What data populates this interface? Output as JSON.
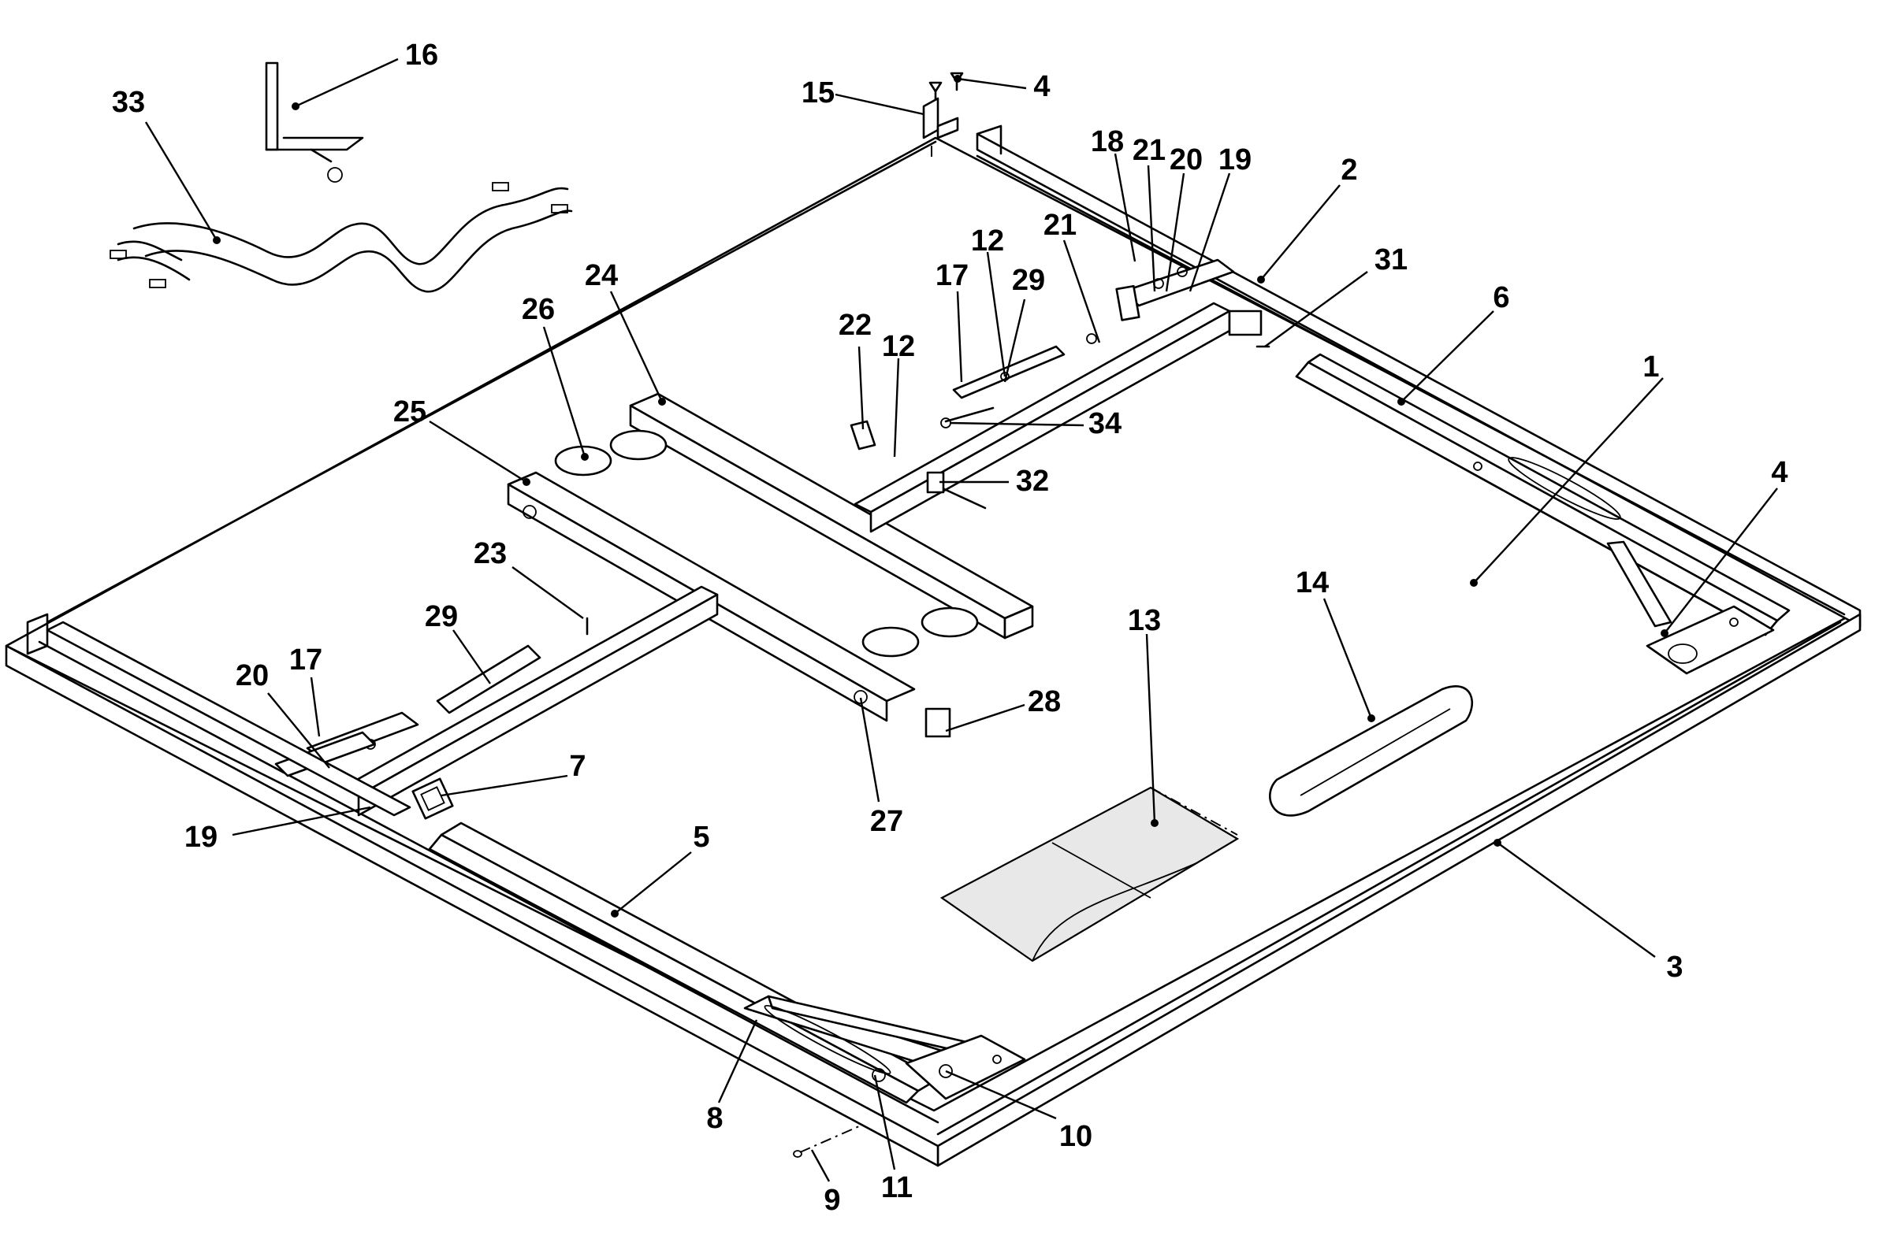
{
  "callouts": [
    {
      "id": "c1",
      "label": "1"
    },
    {
      "id": "c2",
      "label": "2"
    },
    {
      "id": "c3",
      "label": "3"
    },
    {
      "id": "c4a",
      "label": "4"
    },
    {
      "id": "c4b",
      "label": "4"
    },
    {
      "id": "c5",
      "label": "5"
    },
    {
      "id": "c6",
      "label": "6"
    },
    {
      "id": "c7",
      "label": "7"
    },
    {
      "id": "c8",
      "label": "8"
    },
    {
      "id": "c9",
      "label": "9"
    },
    {
      "id": "c10",
      "label": "10"
    },
    {
      "id": "c11",
      "label": "11"
    },
    {
      "id": "c12a",
      "label": "12"
    },
    {
      "id": "c12b",
      "label": "12"
    },
    {
      "id": "c13",
      "label": "13"
    },
    {
      "id": "c14",
      "label": "14"
    },
    {
      "id": "c15",
      "label": "15"
    },
    {
      "id": "c16",
      "label": "16"
    },
    {
      "id": "c17a",
      "label": "17"
    },
    {
      "id": "c17b",
      "label": "17"
    },
    {
      "id": "c18",
      "label": "18"
    },
    {
      "id": "c19a",
      "label": "19"
    },
    {
      "id": "c19b",
      "label": "19"
    },
    {
      "id": "c20a",
      "label": "20"
    },
    {
      "id": "c20b",
      "label": "20"
    },
    {
      "id": "c21a",
      "label": "21"
    },
    {
      "id": "c21b",
      "label": "21"
    },
    {
      "id": "c22",
      "label": "22"
    },
    {
      "id": "c23",
      "label": "23"
    },
    {
      "id": "c24",
      "label": "24"
    },
    {
      "id": "c25",
      "label": "25"
    },
    {
      "id": "c26",
      "label": "26"
    },
    {
      "id": "c27",
      "label": "27"
    },
    {
      "id": "c28",
      "label": "28"
    },
    {
      "id": "c29a",
      "label": "29"
    },
    {
      "id": "c29b",
      "label": "29"
    },
    {
      "id": "c31",
      "label": "31"
    },
    {
      "id": "c32",
      "label": "32"
    },
    {
      "id": "c33",
      "label": "33"
    },
    {
      "id": "c34",
      "label": "34"
    }
  ]
}
